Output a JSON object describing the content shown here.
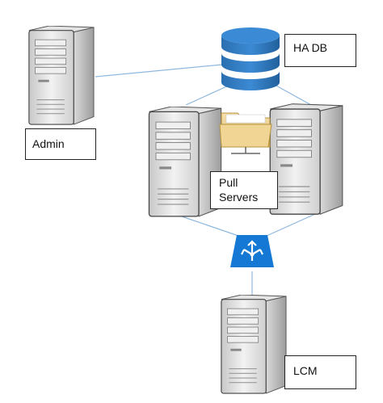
{
  "nodes": {
    "admin": {
      "label": "Admin"
    },
    "ha_db": {
      "label": "HA DB"
    },
    "pull_servers": {
      "line1": "Pull",
      "line2": "Servers"
    },
    "lcm": {
      "label": "LCM"
    }
  },
  "icons": {
    "admin_server": "server-tower-icon",
    "database": "database-icon",
    "shared_folder": "shared-folder-icon",
    "pull_server_left": "server-tower-icon",
    "pull_server_right": "server-tower-icon",
    "load_balancer": "load-balancer-icon",
    "lcm_server": "server-tower-icon"
  },
  "colors": {
    "connector": "#8fb8de",
    "database": "#2a72b8",
    "load_balancer": "#1478d4",
    "folder": "#e8cc8a"
  }
}
